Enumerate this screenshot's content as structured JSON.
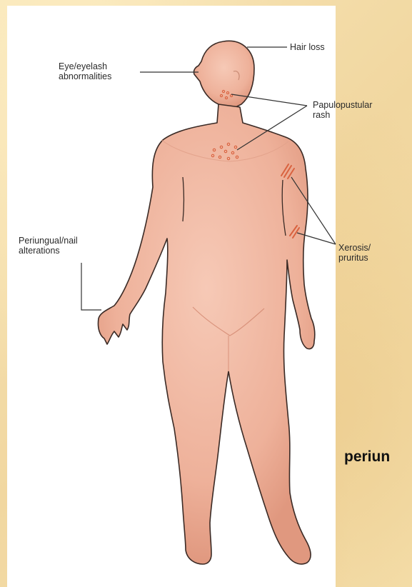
{
  "labels": {
    "hair_loss": "Hair loss",
    "eye": [
      "Eye/eyelash",
      "abnormalities"
    ],
    "papulopustular": [
      "Papulopustular",
      "rash"
    ],
    "periungual": [
      "Periungual/nail",
      "alterations"
    ],
    "xerosis": [
      "Xerosis/",
      "pruritus"
    ]
  },
  "caption_fragment": "periun",
  "colors": {
    "skin": "#f0b9a3",
    "skin_shadow": "#d9937c",
    "outline": "#3a2a25",
    "rash": "#d9623f",
    "leader": "#333333"
  }
}
